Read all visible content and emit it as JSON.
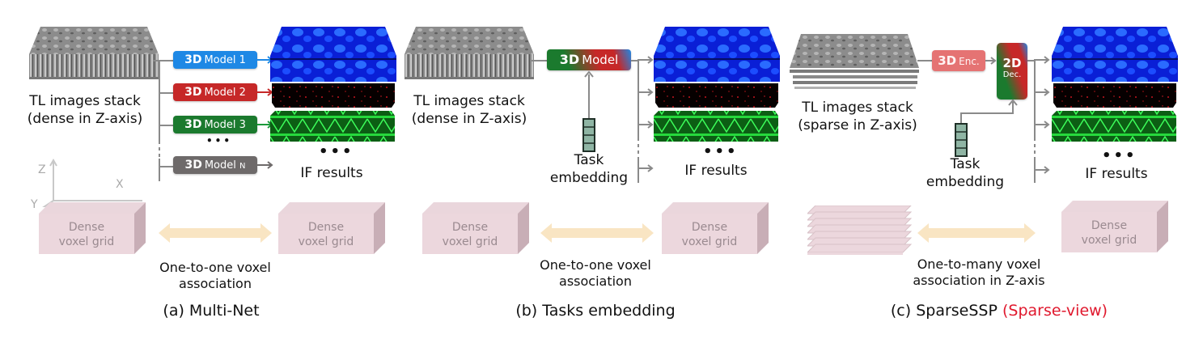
{
  "panels": [
    {
      "id": "a",
      "input_label_line1": "TL images stack",
      "input_label_line2": "(dense in Z-axis)",
      "models": [
        {
          "bold": "3D",
          "label": "Model 1",
          "color": "#1e88e5"
        },
        {
          "bold": "3D",
          "label": "Model 2",
          "color": "#c62828"
        },
        {
          "bold": "3D",
          "label": "Model 3",
          "color": "#1b7a2e"
        },
        {
          "bold": "3D",
          "label": "Model",
          "sub": "N",
          "color": "#6e6a6a"
        }
      ],
      "model_ellipsis": "•••",
      "output_ellipsis": "•••",
      "output_label": "IF results",
      "axes": {
        "z": "Z",
        "x": "X",
        "y": "Y"
      },
      "left_grid": {
        "line1": "Dense",
        "line2": "voxel grid"
      },
      "right_grid": {
        "line1": "Dense",
        "line2": "voxel grid"
      },
      "association_line1": "One-to-one voxel",
      "association_line2": "association",
      "caption": "(a) Multi-Net"
    },
    {
      "id": "b",
      "input_label_line1": "TL images stack",
      "input_label_line2": "(dense in Z-axis)",
      "model": {
        "bold": "3D",
        "label": "Model"
      },
      "task_line1": "Task",
      "task_line2": "embedding",
      "output_ellipsis": "•••",
      "output_label": "IF results",
      "left_grid": {
        "line1": "Dense",
        "line2": "voxel grid"
      },
      "right_grid": {
        "line1": "Dense",
        "line2": "voxel grid"
      },
      "association_line1": "One-to-one voxel",
      "association_line2": "association",
      "caption": "(b) Tasks embedding"
    },
    {
      "id": "c",
      "input_label_line1": "TL images stack",
      "input_label_line2": "(sparse in Z-axis)",
      "encoder": {
        "bold": "3D",
        "label": "Enc."
      },
      "decoder": {
        "bold": "2D",
        "label": "Dec."
      },
      "task_line1": "Task",
      "task_line2": "embedding",
      "output_ellipsis": "•••",
      "output_label": "IF results",
      "right_grid": {
        "line1": "Dense",
        "line2": "voxel grid"
      },
      "association_line1": "One-to-many voxel",
      "association_line2": "association in Z-axis",
      "caption": "(c) SparseSSP",
      "caption_highlight": "(Sparse-view)",
      "highlight_color": "#e0182d"
    }
  ]
}
